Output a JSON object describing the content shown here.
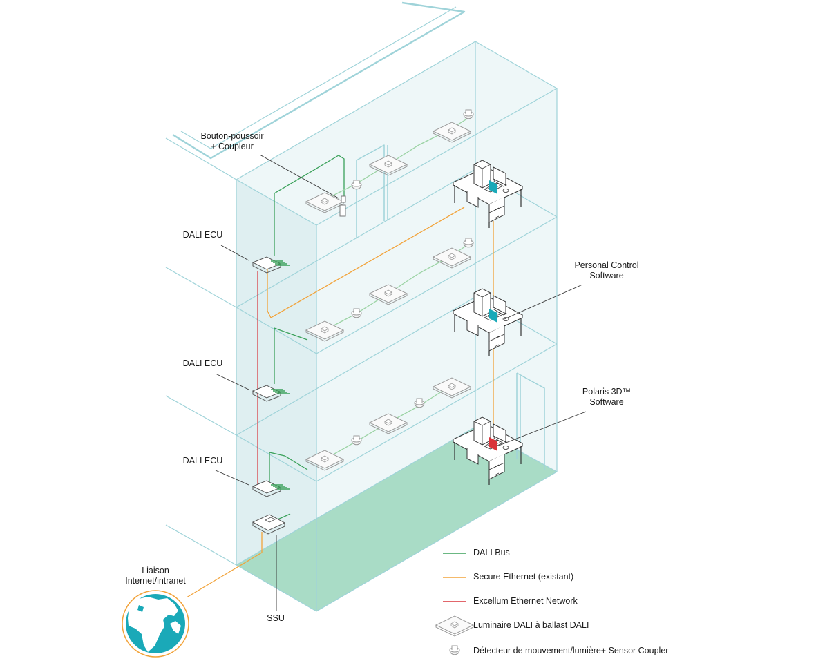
{
  "labels": {
    "push_button": [
      "Bouton-poussoir",
      "+ Coupleur"
    ],
    "ecu_top": "DALI ECU",
    "ecu_mid": "DALI ECU",
    "ecu_bottom": "DALI ECU",
    "personal_control": [
      "Personal Control",
      "Software"
    ],
    "polaris": [
      "Polaris 3D™",
      "Software"
    ],
    "internet": [
      "Liaison",
      "Internet/intranet"
    ],
    "ssu": "SSU"
  },
  "legend": {
    "dali_bus": "DALI Bus",
    "secure_ethernet": "Secure Ethernet (existant)",
    "excellum_network": "Excellum Ethernet Network",
    "luminaire": "Luminaire DALI à ballast DALI",
    "detector": "Détecteur de mouvement/lumière+ Sensor Coupler"
  },
  "colors": {
    "building_line": "#9fd3d9",
    "building_fill": "#eaf5f6",
    "floor_green": "#a9dcc6",
    "dali_bus": "#3aa15a",
    "dali_bus_light": "#9bd3a4",
    "secure_ethernet": "#f2a33a",
    "excellum_network": "#d9343a",
    "screen_teal": "#1aa9b8",
    "screen_red": "#d9343a",
    "globe": "#1aa9b8"
  }
}
